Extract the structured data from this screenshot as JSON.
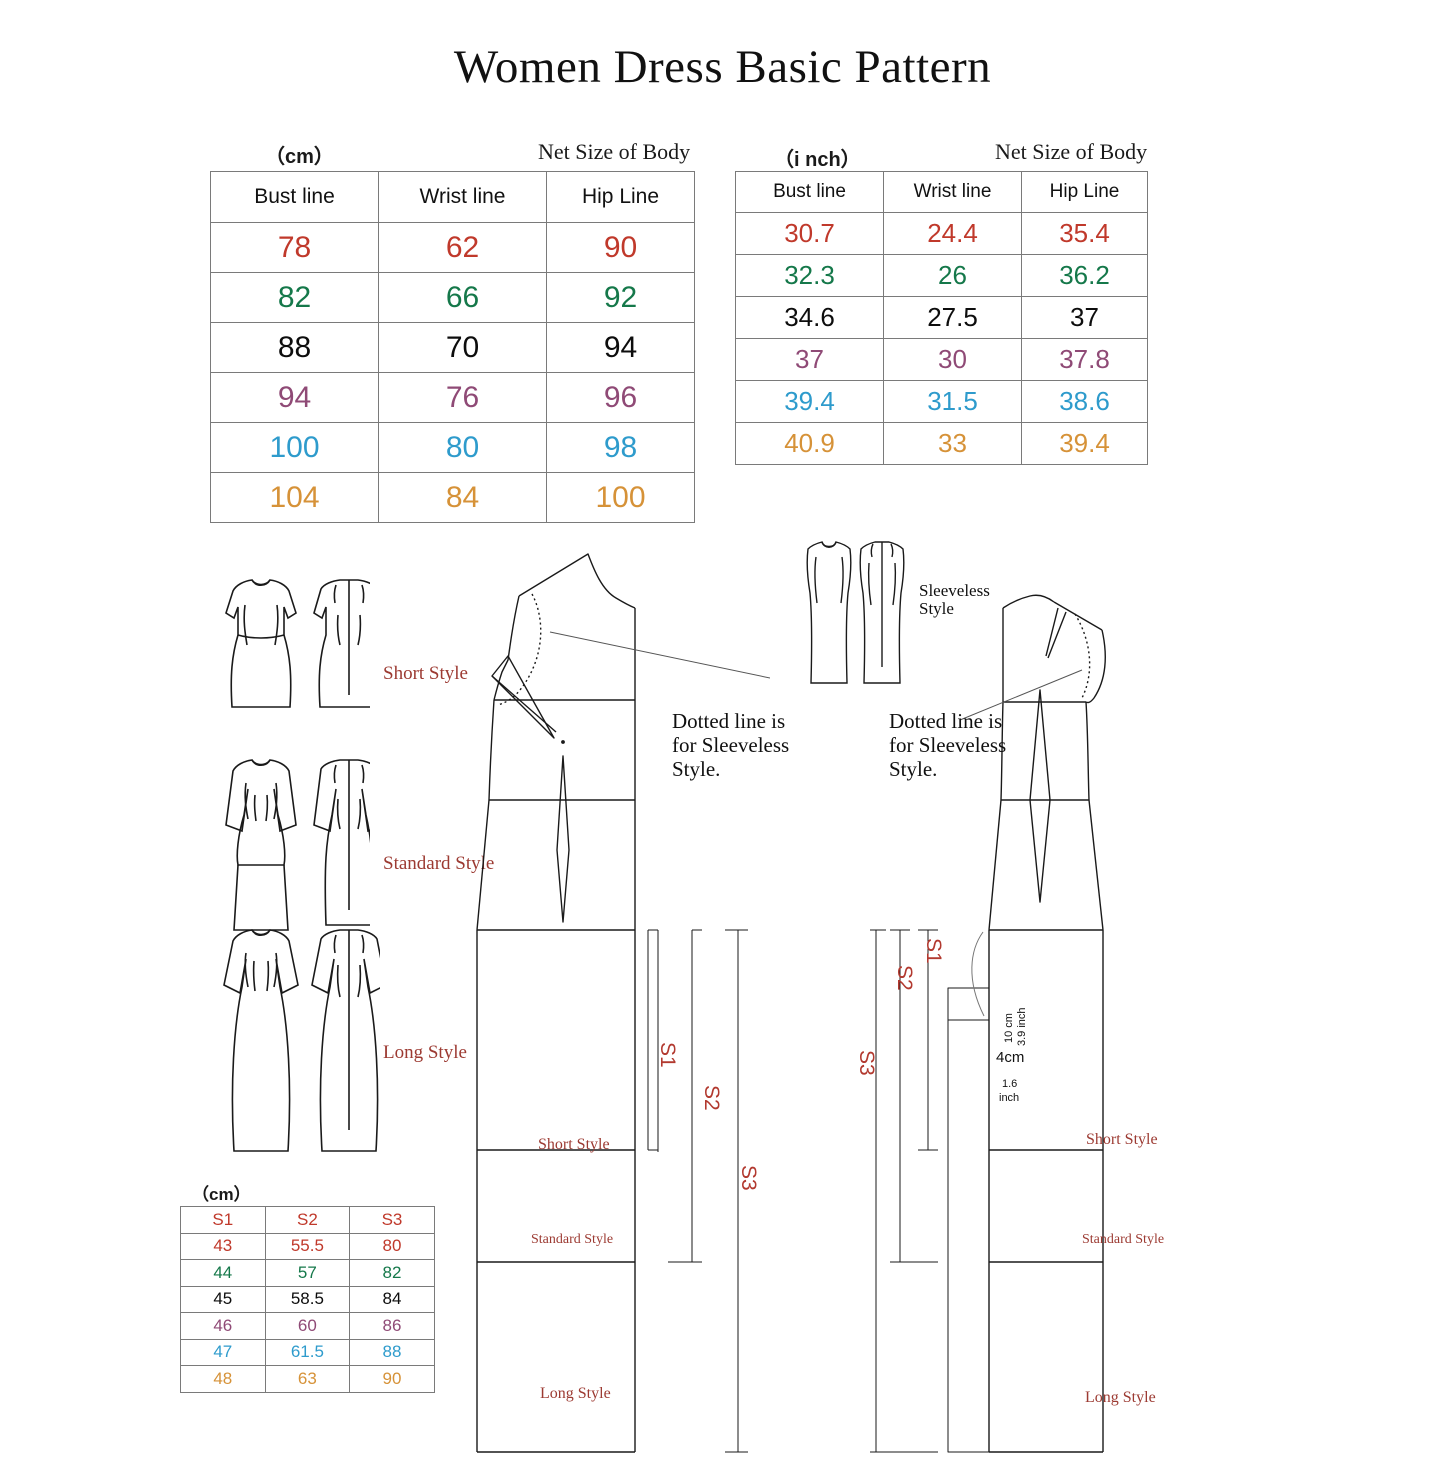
{
  "title": "Women Dress Basic Pattern",
  "tables": {
    "cm": {
      "unit": "（cm）",
      "caption": "Net Size of Body",
      "headers": [
        "Bust line",
        "Wrist line",
        "Hip Line"
      ],
      "rows": [
        {
          "color": "red",
          "values": [
            "78",
            "62",
            "90"
          ]
        },
        {
          "color": "green",
          "values": [
            "82",
            "66",
            "92"
          ]
        },
        {
          "color": "black",
          "values": [
            "88",
            "70",
            "94"
          ]
        },
        {
          "color": "purple",
          "values": [
            "94",
            "76",
            "96"
          ]
        },
        {
          "color": "blue",
          "values": [
            "100",
            "80",
            "98"
          ]
        },
        {
          "color": "orange",
          "values": [
            "104",
            "84",
            "100"
          ]
        }
      ]
    },
    "inch": {
      "unit": "（i nch）",
      "caption": "Net Size of Body",
      "headers": [
        "Bust line",
        "Wrist line",
        "Hip Line"
      ],
      "rows": [
        {
          "color": "red",
          "values": [
            "30.7",
            "24.4",
            "35.4"
          ]
        },
        {
          "color": "green",
          "values": [
            "32.3",
            "26",
            "36.2"
          ]
        },
        {
          "color": "black",
          "values": [
            "34.6",
            "27.5",
            "37"
          ]
        },
        {
          "color": "purple",
          "values": [
            "37",
            "30",
            "37.8"
          ]
        },
        {
          "color": "blue",
          "values": [
            "39.4",
            "31.5",
            "38.6"
          ]
        },
        {
          "color": "orange",
          "values": [
            "40.9",
            "33",
            "39.4"
          ]
        }
      ]
    },
    "segments": {
      "unit": "（cm）",
      "headers": [
        "S1",
        "S2",
        "S3"
      ],
      "rows": [
        {
          "color": "red",
          "values": [
            "43",
            "55.5",
            "80"
          ]
        },
        {
          "color": "green",
          "values": [
            "44",
            "57",
            "82"
          ]
        },
        {
          "color": "black",
          "values": [
            "45",
            "58.5",
            "84"
          ]
        },
        {
          "color": "purple",
          "values": [
            "46",
            "60",
            "86"
          ]
        },
        {
          "color": "blue",
          "values": [
            "47",
            "61.5",
            "88"
          ]
        },
        {
          "color": "orange",
          "values": [
            "48",
            "63",
            "90"
          ]
        }
      ]
    }
  },
  "figures": {
    "short_style": "Short Style",
    "standard_style": "Standard Style",
    "long_style": "Long Style",
    "sleeveless_style": "Sleeveless\nStyle"
  },
  "annotations": {
    "sleeveless_label_line1": "Sleeveless",
    "sleeveless_label_line2": "Style",
    "dotted_note_front_l1": "Dotted  line is",
    "dotted_note_front_l2": "for Sleeveless",
    "dotted_note_front_l3": "Style.",
    "dotted_note_back_l1": "Dotted  line is",
    "dotted_note_back_l2": "for Sleeveless",
    "dotted_note_back_l3": "Style.",
    "s1": "S1",
    "s2": "S2",
    "s3": "S3",
    "dim_10cm": "10 cm",
    "dim_39inch": "3.9 inch",
    "dim_4cm": "4cm",
    "dim_16": "1.6",
    "dim_inch": "inch"
  },
  "pattern_labels": {
    "front": {
      "short": "Short Style",
      "standard": "Standard Style",
      "long": "Long Style"
    },
    "back": {
      "short": "Short Style",
      "standard": "Standard Style",
      "long": "Long Style"
    }
  },
  "colors": {
    "red": "#c0392b",
    "green": "#15784a",
    "black": "#0d0d0d",
    "purple": "#8f4a76",
    "blue": "#2e9bcc",
    "orange": "#d69238",
    "label_red": "#9c3a32",
    "line": "#1a1a1a",
    "table_border": "#7a7a7a"
  }
}
